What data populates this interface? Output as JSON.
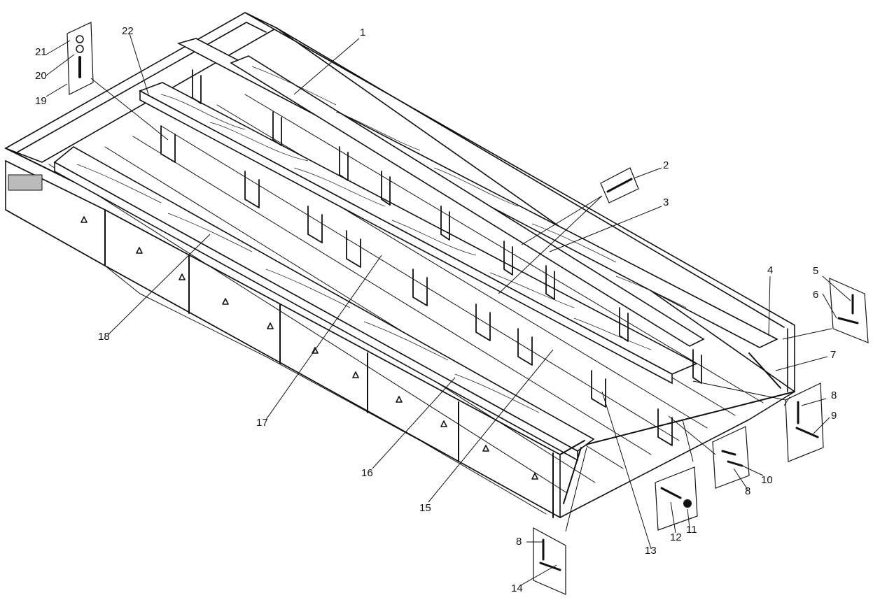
{
  "diagram": {
    "type": "exploded-assembly-drawing",
    "callouts": [
      {
        "id": "c1",
        "label": "1"
      },
      {
        "id": "c2",
        "label": "2"
      },
      {
        "id": "c3",
        "label": "3"
      },
      {
        "id": "c4",
        "label": "4"
      },
      {
        "id": "c5",
        "label": "5"
      },
      {
        "id": "c6",
        "label": "6"
      },
      {
        "id": "c7",
        "label": "7"
      },
      {
        "id": "c8a",
        "label": "8"
      },
      {
        "id": "c9",
        "label": "9"
      },
      {
        "id": "c10",
        "label": "10"
      },
      {
        "id": "c8b",
        "label": "8"
      },
      {
        "id": "c11",
        "label": "11"
      },
      {
        "id": "c12",
        "label": "12"
      },
      {
        "id": "c13",
        "label": "13"
      },
      {
        "id": "c8c",
        "label": "8"
      },
      {
        "id": "c14",
        "label": "14"
      },
      {
        "id": "c15",
        "label": "15"
      },
      {
        "id": "c16",
        "label": "16"
      },
      {
        "id": "c17",
        "label": "17"
      },
      {
        "id": "c18",
        "label": "18"
      },
      {
        "id": "c19",
        "label": "19"
      },
      {
        "id": "c20",
        "label": "20"
      },
      {
        "id": "c21",
        "label": "21"
      },
      {
        "id": "c22",
        "label": "22"
      }
    ]
  }
}
